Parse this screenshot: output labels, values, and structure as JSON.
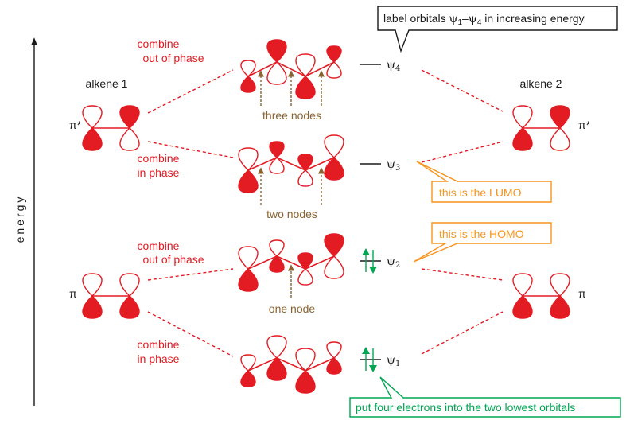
{
  "axis": {
    "label": "energy"
  },
  "alkene1": {
    "title": "alkene 1",
    "pi_star": "π*",
    "pi": "π"
  },
  "alkene2": {
    "title": "alkene 2",
    "pi_star": "π*",
    "pi": "π"
  },
  "combine": {
    "psi4": [
      "combine",
      "out of phase"
    ],
    "psi3": [
      "combine",
      "in phase"
    ],
    "psi2": [
      "combine",
      "out of phase"
    ],
    "psi1": [
      "combine",
      "in phase"
    ]
  },
  "nodes": {
    "psi4": "three nodes",
    "psi3": "two nodes",
    "psi2": "one node"
  },
  "levels": {
    "psi4": {
      "symbol": "ψ",
      "sub": "4"
    },
    "psi3": {
      "symbol": "ψ",
      "sub": "3"
    },
    "psi2": {
      "symbol": "ψ",
      "sub": "2"
    },
    "psi1": {
      "symbol": "ψ",
      "sub": "1"
    }
  },
  "callouts": {
    "top": {
      "pre": "label orbitals ",
      "psi_a": "ψ",
      "sub_a": "1",
      "dash": "–",
      "psi_b": "ψ",
      "sub_b": "4",
      "post": " in increasing energy"
    },
    "lumo": "this is the LUMO",
    "homo": "this is the HOMO",
    "electrons": "put four electrons into the two lowest orbitals"
  },
  "colors": {
    "orbital_red": "#e31b23",
    "node_brown": "#8a6430",
    "callout_orange": "#f7941d",
    "electron_green": "#00a651",
    "text_black": "#1a1a1a"
  },
  "orbital_phases": {
    "alkene_pi_star": [
      "down",
      "up"
    ],
    "alkene_pi": [
      "down",
      "down"
    ],
    "psi4": [
      "down",
      "up",
      "down",
      "up"
    ],
    "psi3": [
      "down",
      "up",
      "up",
      "down"
    ],
    "psi2": [
      "down",
      "down",
      "up",
      "up"
    ],
    "psi1": [
      "down",
      "down",
      "down",
      "down"
    ]
  },
  "orbital_sizes": {
    "alkene": [
      "big",
      "big"
    ],
    "psi4": [
      "small",
      "big",
      "big",
      "small"
    ],
    "psi3": [
      "big",
      "small",
      "small",
      "big"
    ],
    "psi2": [
      "big",
      "small",
      "small",
      "big"
    ],
    "psi1": [
      "small",
      "big",
      "big",
      "small"
    ]
  }
}
